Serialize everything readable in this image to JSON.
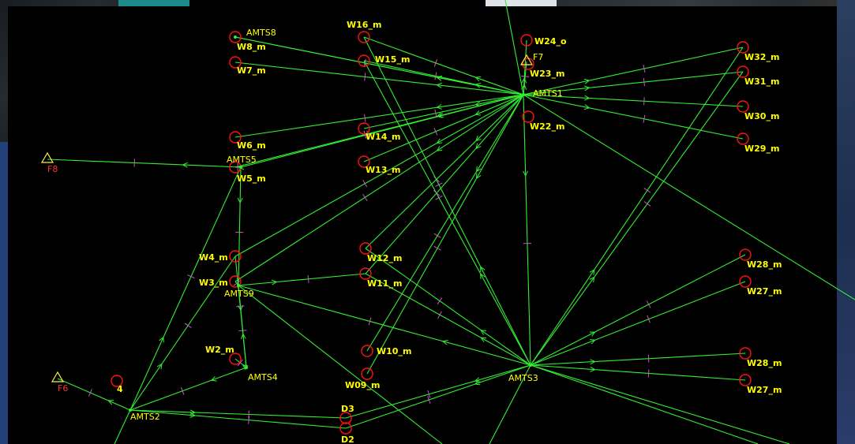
{
  "colors": {
    "background": "#000000",
    "link": "#33ee33",
    "tick": "#cc55cc",
    "label": "#ffff00",
    "well_marker": "#ff1111",
    "base": "#ffee44",
    "base_label": "#ff3333",
    "backdrop_edge": "#3355aa"
  },
  "stations": [
    {
      "id": "AMTS1",
      "label": "AMTS1"
    },
    {
      "id": "AMTS2",
      "label": "AMTS2"
    },
    {
      "id": "AMTS3",
      "label": "AMTS3"
    },
    {
      "id": "AMTS4",
      "label": "AMTS4"
    },
    {
      "id": "AMTS5",
      "label": "AMTS5"
    },
    {
      "id": "AMTS8",
      "label": "AMTS8"
    },
    {
      "id": "AMTS9",
      "label": "AMTS9"
    }
  ],
  "wells": [
    {
      "id": "W16",
      "label": "W16_m"
    },
    {
      "id": "W24",
      "label": "W24_o"
    },
    {
      "id": "W15",
      "label": "W15_m"
    },
    {
      "id": "W8",
      "label": "W8_m"
    },
    {
      "id": "W7",
      "label": "W7_m"
    },
    {
      "id": "W23",
      "label": "W23_m"
    },
    {
      "id": "W22",
      "label": "W22_m"
    },
    {
      "id": "W14",
      "label": "W14_m"
    },
    {
      "id": "W13",
      "label": "W13_m"
    },
    {
      "id": "W6",
      "label": "W6_m"
    },
    {
      "id": "W5",
      "label": "W5_m"
    },
    {
      "id": "W4",
      "label": "W4_m"
    },
    {
      "id": "W3",
      "label": "W3_m"
    },
    {
      "id": "W12",
      "label": "W12_m"
    },
    {
      "id": "W11",
      "label": "W11_m"
    },
    {
      "id": "W2",
      "label": "W2_m"
    },
    {
      "id": "W10",
      "label": "W10_m"
    },
    {
      "id": "W09",
      "label": "W09_m"
    },
    {
      "id": "W32",
      "label": "W32_m"
    },
    {
      "id": "W31",
      "label": "W31_m"
    },
    {
      "id": "W30",
      "label": "W30_m"
    },
    {
      "id": "W29",
      "label": "W29_m"
    },
    {
      "id": "W28a",
      "label": "W28_m"
    },
    {
      "id": "W27a",
      "label": "W27_m"
    },
    {
      "id": "W28b",
      "label": "W28_m"
    },
    {
      "id": "W27b",
      "label": "W27_m"
    },
    {
      "id": "P4",
      "label": "4"
    },
    {
      "id": "D3",
      "label": "D3"
    },
    {
      "id": "D2",
      "label": "D2"
    }
  ],
  "bases": [
    {
      "id": "F7",
      "label": "F7"
    },
    {
      "id": "F8",
      "label": "F8"
    },
    {
      "id": "F6",
      "label": "F6"
    }
  ],
  "links": [
    [
      "AMTS1",
      "AMTS8"
    ],
    [
      "AMTS1",
      "W15"
    ],
    [
      "AMTS1",
      "W16"
    ],
    [
      "AMTS1",
      "W7"
    ],
    [
      "AMTS1",
      "W8"
    ],
    [
      "AMTS1",
      "W6"
    ],
    [
      "AMTS1",
      "W14"
    ],
    [
      "AMTS1",
      "AMTS5"
    ],
    [
      "AMTS1",
      "W13"
    ],
    [
      "AMTS1",
      "W4"
    ],
    [
      "AMTS1",
      "W12"
    ],
    [
      "AMTS1",
      "W10"
    ],
    [
      "AMTS1",
      "W09"
    ],
    [
      "AMTS1",
      "W32"
    ],
    [
      "AMTS1",
      "W31"
    ],
    [
      "AMTS1",
      "W30"
    ],
    [
      "AMTS1",
      "W29"
    ],
    [
      "AMTS1",
      "AMTS3"
    ],
    [
      "AMTS1",
      "F7"
    ],
    [
      "AMTS1",
      "W24"
    ],
    [
      "AMTS1",
      "W3"
    ],
    [
      "AMTS3",
      "W16"
    ],
    [
      "AMTS3",
      "W12"
    ],
    [
      "AMTS3",
      "W11"
    ],
    [
      "AMTS3",
      "W32"
    ],
    [
      "AMTS3",
      "W31"
    ],
    [
      "AMTS3",
      "W28a"
    ],
    [
      "AMTS3",
      "W27a"
    ],
    [
      "AMTS3",
      "W28b"
    ],
    [
      "AMTS3",
      "W27b"
    ],
    [
      "AMTS3",
      "AMTS9"
    ],
    [
      "AMTS3",
      "D3"
    ],
    [
      "AMTS3",
      "D2"
    ],
    [
      "AMTS3",
      "W15"
    ],
    [
      "AMTS5",
      "F8"
    ],
    [
      "AMTS5",
      "W5"
    ],
    [
      "AMTS5",
      "AMTS9"
    ],
    [
      "AMTS9",
      "W3"
    ],
    [
      "AMTS9",
      "W11"
    ],
    [
      "AMTS9",
      "AMTS4"
    ],
    [
      "AMTS4",
      "AMTS2"
    ],
    [
      "AMTS4",
      "W2"
    ],
    [
      "AMTS4",
      "W4"
    ],
    [
      "AMTS2",
      "D3"
    ],
    [
      "AMTS2",
      "D2"
    ],
    [
      "AMTS2",
      "F6"
    ],
    [
      "AMTS2",
      "AMTS5"
    ],
    [
      "AMTS2",
      "W4"
    ],
    [
      "AMTS1",
      "W5"
    ],
    [
      "AMTS1",
      "W11"
    ]
  ]
}
